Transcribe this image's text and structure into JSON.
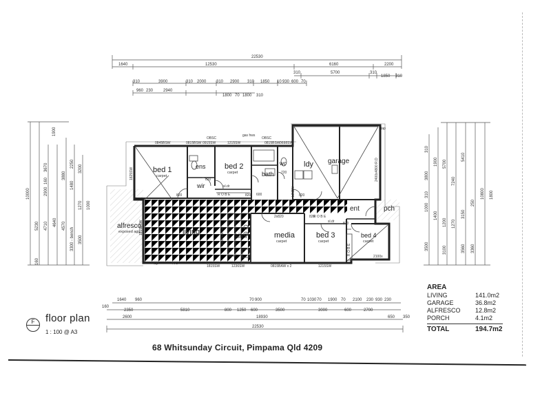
{
  "title": "floor plan",
  "scale": "1 : 100 @ A3",
  "ref_letter": "F",
  "address": "68 Whitsunday Circuit, Pimpama  Qld  4209",
  "rooms": {
    "bed1": {
      "name": "bed 1",
      "floor": "carpet"
    },
    "bed2": {
      "name": "bed 2",
      "floor": "carpet"
    },
    "bed3": {
      "name": "bed 3",
      "floor": "carpet"
    },
    "bed4": {
      "name": "bed 4",
      "floor": "carpet"
    },
    "ens": "ens",
    "wir": "wir",
    "bath": "bath",
    "wc": "wc",
    "ldy": "ldy",
    "garage": "garage",
    "living": "living",
    "kitch": "kitch",
    "media": {
      "name": "media",
      "floor": "carpet"
    },
    "alfresco": {
      "name": "alfresco",
      "floor": "exposed agg"
    },
    "ent": "ent",
    "pch": "pch"
  },
  "annotations": {
    "robe1": "R O B E",
    "robe2": "R O B E",
    "robe3": "R O B E",
    "linen": "LINEN",
    "sldr1": "sl.dr",
    "sldr2": "sl.dr",
    "breakfast_bar": "breakfast bar",
    "ac": "A/C",
    "tap1": "tap",
    "tap2": "tap",
    "gas_hws": "gas hws",
    "obsc1": "OBSC",
    "obsc2": "OBSC",
    "garage_door": "2400x4800 R.D",
    "w1": "0845BSW",
    "w2": "1215SW",
    "w3": "0915SW",
    "w4": "0815BSW",
    "w5": "0815BSW",
    "w6": "0698SW",
    "w7": "1825SW",
    "w8": "1815SW",
    "w9": "0815BAW x 2",
    "w10": "1215SW",
    "w11": "1815BSW",
    "w12": "1236SW",
    "w13": "2100x",
    "d820a": "820",
    "d820b": "820",
    "d820c": "820",
    "d820d": "820",
    "d720": "720",
    "d2x820": "2x820",
    "d820e": "820",
    "d870": "870",
    "d600": "600"
  },
  "dims_top": {
    "overall": "22530",
    "r1": [
      "1640",
      "12530",
      "6160",
      "2200"
    ],
    "r2": [
      "310",
      "5700",
      "310",
      "1850",
      "310"
    ],
    "r3": [
      "310",
      "3900",
      "310",
      "2000",
      "310",
      "2900",
      "310",
      "1850",
      "10",
      "930",
      "600",
      "70"
    ],
    "r4": [
      "960",
      "230",
      "2940",
      "1800",
      "70",
      "1800",
      "310"
    ]
  },
  "dims_bottom": {
    "r1": [
      "1640",
      "960",
      "70",
      "900",
      "70",
      "1030",
      "70",
      "1900",
      "70",
      "2100",
      "230",
      "930",
      "230"
    ],
    "r2": [
      "160",
      "2350",
      "5810",
      "800",
      "1250",
      "600",
      "3500",
      "3000",
      "600",
      "2700"
    ],
    "r3": [
      "2600",
      "18930",
      "650",
      "350"
    ],
    "overall": "22530"
  },
  "dims_left": [
    "10000",
    "1900",
    "3670",
    "160",
    "2900",
    "1480",
    "3200",
    "5230",
    "4710",
    "4640",
    "4570",
    "3300 - bench",
    "3500",
    "2250",
    "3880",
    "1270",
    "1000",
    "160"
  ],
  "dims_right": [
    "310",
    "3800",
    "1900",
    "5700",
    "7240",
    "5410",
    "10800",
    "310",
    "1000",
    "1400",
    "3100",
    "1200",
    "1270",
    "3360",
    "3150",
    "250",
    "3500",
    "3560",
    "1800"
  ],
  "area": {
    "heading": "AREA",
    "rows": [
      {
        "label": "LIVING",
        "value": "141.0m2"
      },
      {
        "label": "GARAGE",
        "value": "36.8m2"
      },
      {
        "label": "ALFRESCO",
        "value": "12.8m2"
      },
      {
        "label": "PORCH",
        "value": "4.1m2"
      }
    ],
    "total_label": "TOTAL",
    "total_value": "194.7m2"
  }
}
